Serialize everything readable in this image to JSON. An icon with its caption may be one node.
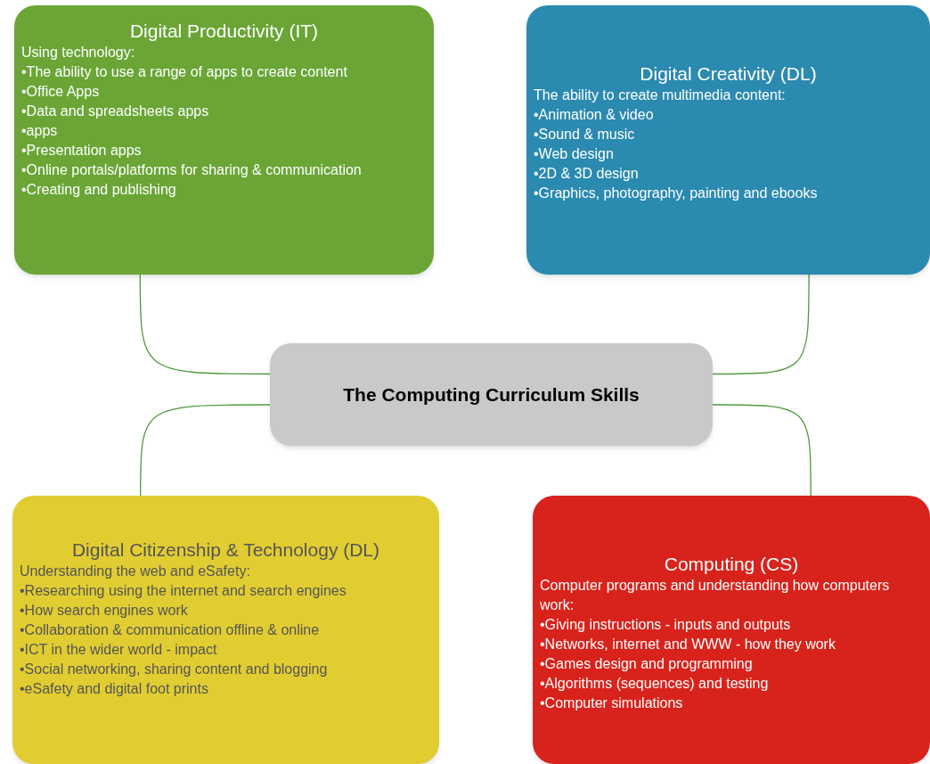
{
  "diagram": {
    "nodes": [
      {
        "text": [
          "Digital Productivity (IT)",
          "Using technology:",
          "•The ability to use a range of apps to create content",
          "•Office Apps",
          "•Data and spreadsheets apps",
          "•apps",
          "•Presentation apps",
          "•Online portals/platforms for sharing & communication",
          "•Creating and publishing"
        ]
      },
      {
        "text": [
          "Digital Creativity (DL)",
          "The ability to create multimedia content:",
          "•Animation & video",
          "•Sound & music",
          "•Web design",
          "•2D & 3D design",
          "•Graphics, photography, painting and ebooks"
        ]
      },
      {
        "text": [
          "The Computing Curriculum Skills"
        ]
      },
      {
        "text": [
          "Digital Citizenship & Technology (DL)",
          "Understanding the web and eSafety:",
          "•Researching using the internet and search engines",
          "•How search engines work",
          "•Collaboration & communication offline & online",
          "•ICT in the wider world - impact",
          "•Social networking, sharing content and blogging",
          "•eSafety and digital foot prints"
        ]
      },
      {
        "text": [
          "Computing (CS)",
          "Computer programs and understanding how computers work:",
          "•Giving instructions - inputs and outputs",
          "•Networks, internet and WWW - how they work",
          "•Games design and programming",
          "•Algorithms (sequences) and testing",
          "•Computer simulations"
        ]
      }
    ],
    "edges": [
      {
        "from": 2,
        "to": 0,
        "arrow": "none"
      },
      {
        "from": 2,
        "to": 1,
        "arrow": "none"
      },
      {
        "from": 2,
        "to": 3,
        "arrow": "none"
      },
      {
        "from": 2,
        "to": 4,
        "arrow": "none"
      }
    ]
  }
}
